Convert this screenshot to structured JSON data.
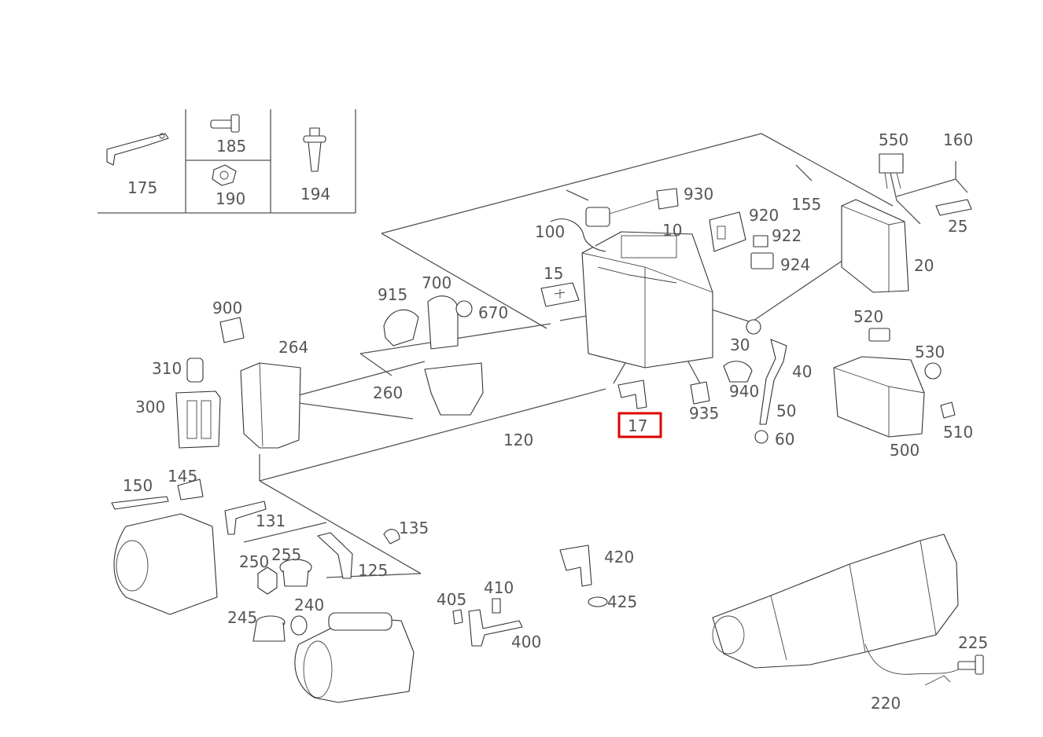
{
  "diagram": {
    "selected_part": "17",
    "highlight_color": "#e00000",
    "inset_legend": [
      "175",
      "185",
      "190",
      "194"
    ],
    "callouts": {
      "p175": "175",
      "p185": "185",
      "p190": "190",
      "p194": "194",
      "p550": "550",
      "p160": "160",
      "p155": "155",
      "p930": "930",
      "p920": "920",
      "p922": "922",
      "p924": "924",
      "p25": "25",
      "p100": "100",
      "p10": "10",
      "p20": "20",
      "p15": "15",
      "p915": "915",
      "p700": "700",
      "p670": "670",
      "p900": "900",
      "p264": "264",
      "p310": "310",
      "p300": "300",
      "p260": "260",
      "p120": "120",
      "p17": "17",
      "p30": "30",
      "p40": "40",
      "p50": "50",
      "p60": "60",
      "p935": "935",
      "p940": "940",
      "p520": "520",
      "p530": "530",
      "p510": "510",
      "p500": "500",
      "p150": "150",
      "p145": "145",
      "p131": "131",
      "p135": "135",
      "p250": "250",
      "p255": "255",
      "p125": "125",
      "p245": "245",
      "p240": "240",
      "p405": "405",
      "p410": "410",
      "p400": "400",
      "p420": "420",
      "p425": "425",
      "p225": "225",
      "p220": "220"
    }
  }
}
